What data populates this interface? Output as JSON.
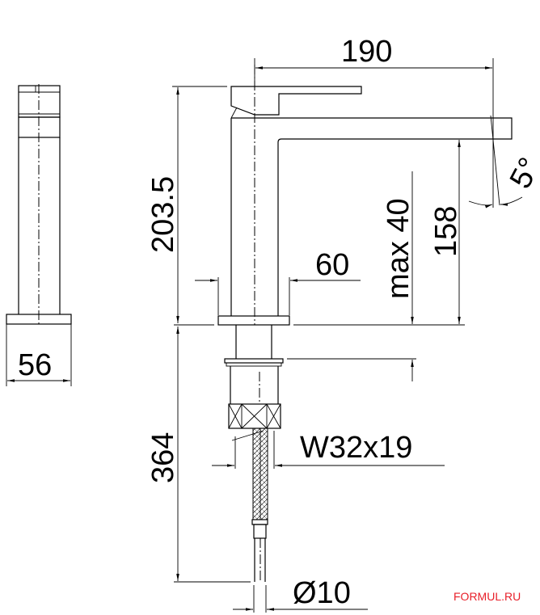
{
  "drawing": {
    "subject": "Single-lever basin mixer technical drawing",
    "views": [
      "side view",
      "front view"
    ],
    "dimensions": {
      "side_width": "56",
      "spout_reach": "190",
      "total_height": "203.5",
      "base_width": "60",
      "max_thickness": "max 40",
      "spout_height": "158",
      "spout_angle": "5°",
      "below_deck_length": "364",
      "hose_thread": "W32x19",
      "hose_diameter": "Ø10"
    }
  },
  "watermark": {
    "text": "FORMUL.RU",
    "color": "#e8202a"
  }
}
